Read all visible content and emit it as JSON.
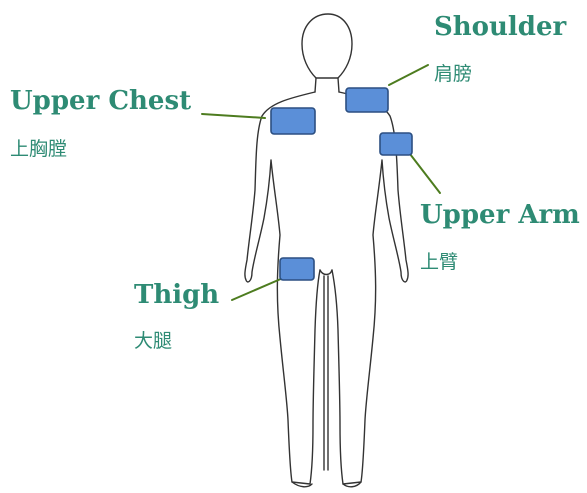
{
  "colors": {
    "label": "#2e8b74",
    "leader_line": "#4d7c1f",
    "patch_fill": "#5b8fd8",
    "patch_stroke": "#2c4f82",
    "body_outline": "#333333"
  },
  "sites": [
    {
      "id": "shoulder",
      "name_en": "Shoulder",
      "name_zh": "肩膀"
    },
    {
      "id": "upper-chest",
      "name_en": "Upper Chest",
      "name_zh": "上胸膛"
    },
    {
      "id": "upper-arm",
      "name_en": "Upper Arm",
      "name_zh": "上臂"
    },
    {
      "id": "thigh",
      "name_en": "Thigh",
      "name_zh": "大腿"
    }
  ]
}
